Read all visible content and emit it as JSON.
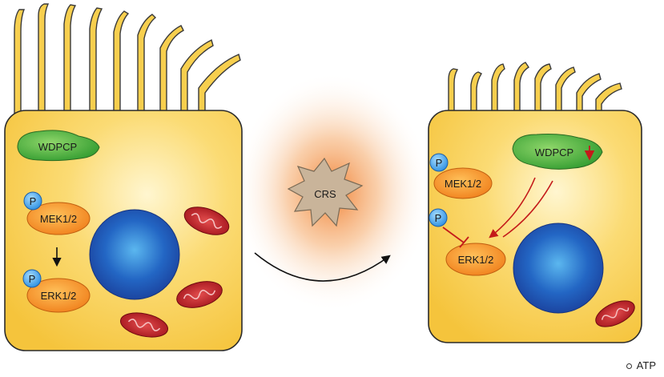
{
  "left_cell": {
    "protein_top": "WDPCP",
    "phospho": "P",
    "kinase_upper": "MEK1/2",
    "kinase_lower": "ERK1/2"
  },
  "center": {
    "stressor": "CRS"
  },
  "right_cell": {
    "protein_top": "WDPCP",
    "phospho": "P",
    "kinase_upper": "MEK1/2",
    "kinase_lower": "ERK1/2"
  },
  "legend": {
    "label": "ATP"
  },
  "colors": {
    "cytoplasm": "#f7cf4e",
    "cell_border": "#2b2b2b",
    "wdpcp_green": "#4caf3c",
    "kinase_orange": "#f7922a",
    "phospho_blue": "#3a9ee8",
    "nucleus_blue": "#1e4fb0",
    "mito_red": "#c0202a",
    "arrow_red": "#c41a1a"
  },
  "icons": [
    "cilia",
    "nucleus",
    "mitochondrion",
    "crs-star",
    "phospho-circle",
    "down-arrow-icon",
    "inhibit-bar-icon"
  ]
}
